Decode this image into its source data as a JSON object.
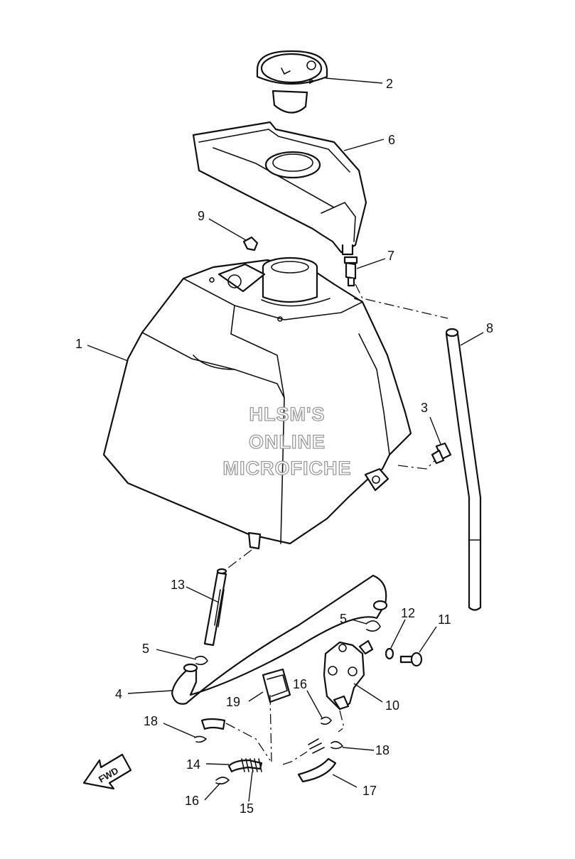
{
  "watermark": {
    "line1": "HLSM'S",
    "line2": "ONLINE",
    "line3": "MICROFICHE"
  },
  "direction_label": "FWD",
  "callouts": [
    "1",
    "2",
    "3",
    "4",
    "5",
    "5",
    "6",
    "7",
    "8",
    "9",
    "10",
    "11",
    "12",
    "13",
    "14",
    "15",
    "16",
    "16",
    "17",
    "18",
    "18",
    "19"
  ]
}
